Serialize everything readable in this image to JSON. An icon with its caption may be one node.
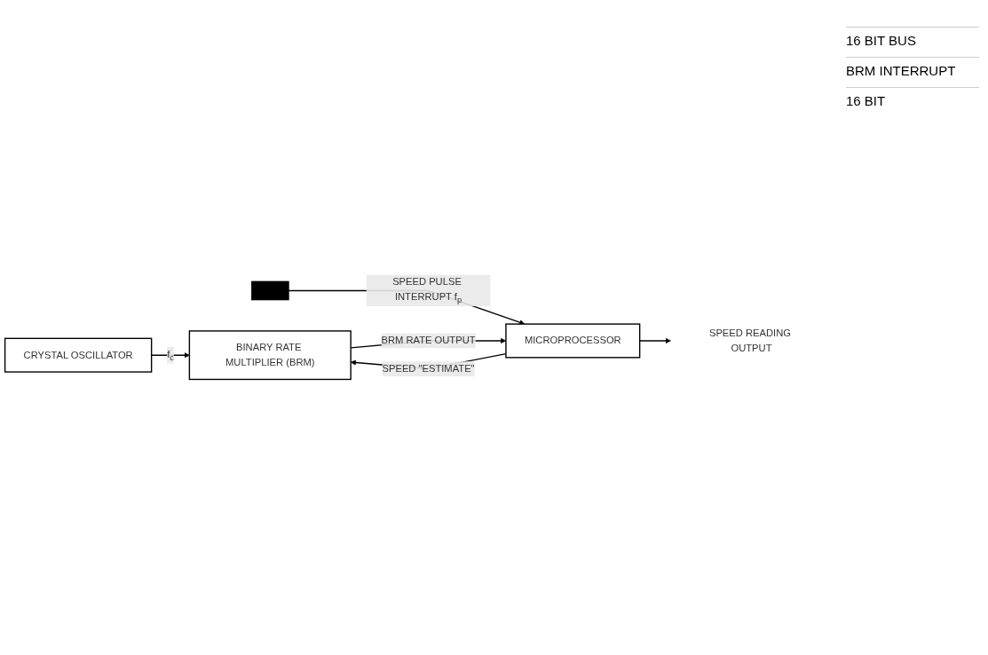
{
  "diagram": {
    "nodes": [
      {
        "text": [
          "CRYSTAL OSCILLATOR"
        ]
      },
      {
        "text": [],
        "shape": "box"
      },
      {
        "text": [
          "MICROPROCESSOR"
        ]
      },
      {
        "text": [
          "BINARY RATE MULTIPLIER (BRM)"
        ]
      },
      {
        "text": [
          "SPEED READING OUTPUT"
        ]
      }
    ],
    "edges": [
      {
        "from": 0,
        "to": 3,
        "arrow": "to",
        "label": "f$_{c}$"
      },
      {
        "from": 1,
        "to": 2,
        "arrow": "to",
        "label": "SPEED PULSE INTERRUPT f$_{p}$"
      },
      {
        "from": 2,
        "to": 3,
        "arrow": "to",
        "label": "SPEED \"ESTIMATE\""
      },
      {
        "from": 2,
        "to": 4,
        "arrow": "to"
      },
      {
        "from": 3,
        "to": 2,
        "arrow": "to",
        "label": "BRM RATE OUTPUT"
      }
    ],
    "labels": [
      "16 BIT BUS",
      "BRM INTERRUPT",
      "16 BIT"
    ]
  }
}
